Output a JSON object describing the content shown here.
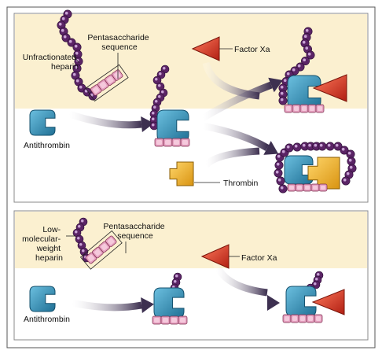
{
  "panel_top": {
    "labels": {
      "heparin": [
        "Unfractionated",
        "heparin"
      ],
      "pentasaccharide": [
        "Pentasaccharide",
        "sequence"
      ],
      "factor_xa": "Factor Xa",
      "antithrombin": "Antithrombin",
      "thrombin": "Thrombin"
    }
  },
  "panel_bottom": {
    "labels": {
      "heparin": [
        "Low-",
        "molecular-",
        "weight",
        "heparin"
      ],
      "pentasaccharide": [
        "Pentasaccharide",
        "sequence"
      ],
      "factor_xa": "Factor Xa",
      "antithrombin": "Antithrombin"
    }
  },
  "colors": {
    "background_band": "#faf3dc",
    "heparin": "#5b2466",
    "heparin_dot": "#c9a4d6",
    "pentasaccharide": "#e6a0c0",
    "antithrombin": "#3b8fb5",
    "factor_xa": "#e23d2b",
    "thrombin": "#f0b733",
    "arrow": "#4a3a55"
  }
}
